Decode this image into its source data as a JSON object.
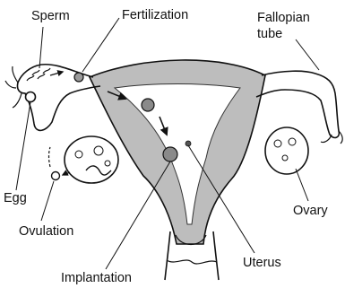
{
  "labels": {
    "sperm": "Sperm",
    "fertilization": "Fertilization",
    "fallopian_line1": "Fallopian",
    "fallopian_line2": "tube",
    "egg": "Egg",
    "ovulation": "Ovulation",
    "ovary": "Ovary",
    "uterus": "Uterus",
    "implantation": "Implantation"
  },
  "colors": {
    "line": "#111111",
    "tissue_fill": "#b9b9b9",
    "background": "#ffffff"
  }
}
